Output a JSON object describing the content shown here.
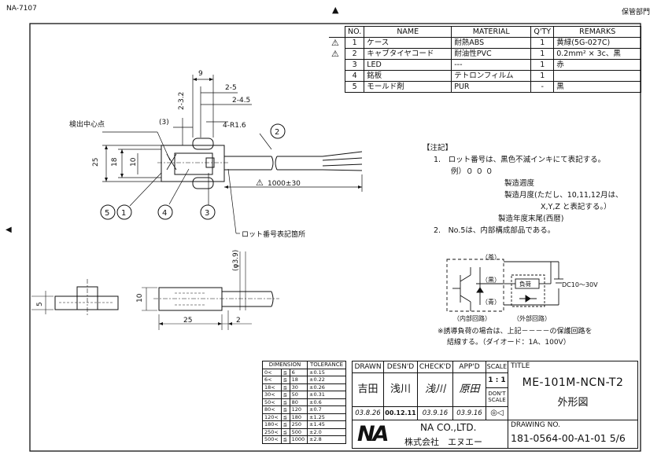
{
  "header": {
    "doc_code": "NA-7107",
    "storage_dept": "保管部門"
  },
  "bom": {
    "columns": [
      "NO.",
      "NAME",
      "MATERIAL",
      "Q'TY",
      "REMARKS"
    ],
    "rows": [
      {
        "rev": "⚠",
        "no": "1",
        "name": "ケース",
        "material": "耐熱ABS",
        "qty": "1",
        "remarks": "黄緑(5G-027C)"
      },
      {
        "rev": "⚠",
        "no": "2",
        "name": "キャブタイヤコード",
        "material": "耐油性PVC",
        "qty": "1",
        "remarks": "0.2mm² × 3c、黒"
      },
      {
        "rev": "",
        "no": "3",
        "name": "LED",
        "material": "---",
        "qty": "1",
        "remarks": "赤"
      },
      {
        "rev": "",
        "no": "4",
        "name": "銘板",
        "material": "テトロンフィルム",
        "qty": "1",
        "remarks": ""
      },
      {
        "rev": "",
        "no": "5",
        "name": "モールド剤",
        "material": "PUR",
        "qty": "-",
        "remarks": "黒"
      }
    ]
  },
  "drawing": {
    "dims": {
      "d9": "9",
      "d2_5": "2-5",
      "d2_4_5": "2-4.5",
      "d2_3_2": "2-3.2",
      "d3": "(3)",
      "r4": "4-R1.6",
      "d25": "25",
      "d18": "18",
      "d10": "10",
      "d1000": "1000±30",
      "d5": "5",
      "d10b": "10",
      "d25b": "25",
      "d2b": "2",
      "d39": "(φ3.9)"
    },
    "labels": {
      "detect_center": "検出中心点",
      "lot_position": "ロット番号表記箇所"
    },
    "balloons": [
      "2",
      "5",
      "1",
      "4",
      "3"
    ]
  },
  "notes": {
    "heading": "【注記】",
    "n1": "1.　ロット番号は、黒色不滅インキにて表記する。",
    "example": "例）０ ０ ０",
    "week": "製造週度",
    "month": "製造月度(ただし、10,11,12月は、",
    "month2": "X,Y,Z と表記する。）",
    "year": "製造年度末尾(西暦)",
    "n2": "2.　No.5は、内部構成部品である。"
  },
  "circuit": {
    "brown": "（茶）",
    "black": "（黒）",
    "blue": "（青）",
    "load": "負荷",
    "supply": "DC10〜30V",
    "internal": "（内部回路）",
    "external": "（外部回路）",
    "note1": "※誘導負荷の場合は、上記－－－－の保護回路を",
    "note2": "結線する。（ダイオード：1A、100V）"
  },
  "tolerance": {
    "headers": [
      "DIMENSION",
      "TOLERANCE"
    ],
    "rows": [
      [
        "0<",
        "≦",
        "6",
        "±0.15"
      ],
      [
        "6<",
        "≦",
        "18",
        "±0.22"
      ],
      [
        "18<",
        "≦",
        "30",
        "±0.26"
      ],
      [
        "30<",
        "≦",
        "50",
        "±0.31"
      ],
      [
        "50<",
        "≦",
        "80",
        "±0.6"
      ],
      [
        "80<",
        "≦",
        "120",
        "±0.7"
      ],
      [
        "120<",
        "≦",
        "180",
        "±1.25"
      ],
      [
        "180<",
        "≦",
        "250",
        "±1.45"
      ],
      [
        "250<",
        "≦",
        "500",
        "±2.0"
      ],
      [
        "500<",
        "≦",
        "1000",
        "±2.8"
      ]
    ]
  },
  "titleblock": {
    "drawn": "DRAWN",
    "desnd": "DESN'D",
    "checkd": "CHECK'D",
    "appd": "APP'D",
    "scale": "SCALE",
    "scale_val": "1 : 1",
    "dont_scale": "DON'T SCALE",
    "title_label": "TITLE",
    "title1": "ME-101M-NCN-T2",
    "title2": "外形図",
    "drawing_no_label": "DRAWING NO.",
    "drawing_no": "181-0564-00-A1-01 5/6",
    "sig_drawn": "吉田",
    "sig_desnd": "浅川",
    "sig_check": "浅川",
    "sig_app": "原田",
    "date_drawn": "03.8.26",
    "date_desnd": "00.12.11",
    "date_check": "03.9.16",
    "date_app": "03.9.16",
    "company_en": "NA CO.,LTD.",
    "company_jp": "株式会社　エヌエー"
  }
}
